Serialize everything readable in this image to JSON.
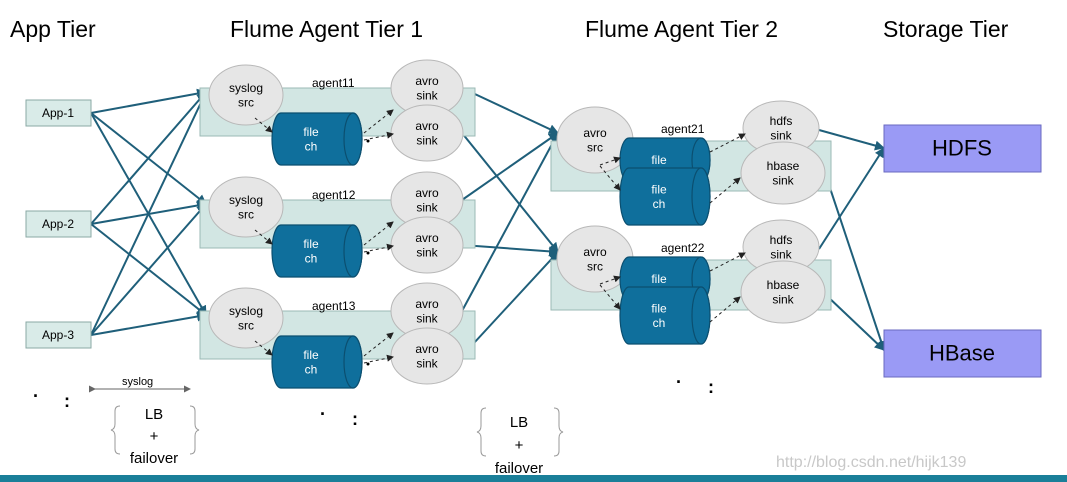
{
  "tier_headers": {
    "app": "App Tier",
    "agent1": "Flume Agent Tier 1",
    "agent2": "Flume Agent Tier 2",
    "storage": "Storage Tier"
  },
  "apps": [
    "App-1",
    "App-2",
    "App-3"
  ],
  "tier1_agents": [
    {
      "name": "agent11",
      "source": [
        "syslog",
        "src"
      ],
      "channel": [
        "file",
        "ch"
      ],
      "sinks": [
        [
          "avro",
          "sink"
        ],
        [
          "avro",
          "sink"
        ]
      ]
    },
    {
      "name": "agent12",
      "source": [
        "syslog",
        "src"
      ],
      "channel": [
        "file",
        "ch"
      ],
      "sinks": [
        [
          "avro",
          "sink"
        ],
        [
          "avro",
          "sink"
        ]
      ]
    },
    {
      "name": "agent13",
      "source": [
        "syslog",
        "src"
      ],
      "channel": [
        "file",
        "ch"
      ],
      "sinks": [
        [
          "avro",
          "sink"
        ],
        [
          "avro",
          "sink"
        ]
      ]
    }
  ],
  "tier2_agents": [
    {
      "name": "agent21",
      "source": [
        "avro",
        "src"
      ],
      "channels": [
        [
          "file"
        ],
        [
          "file",
          "ch"
        ]
      ],
      "sinks": [
        [
          "hdfs",
          "sink"
        ],
        [
          "hbase",
          "sink"
        ]
      ]
    },
    {
      "name": "agent22",
      "source": [
        "avro",
        "src"
      ],
      "channels": [
        [
          "file"
        ],
        [
          "file",
          "ch"
        ]
      ],
      "sinks": [
        [
          "hdfs",
          "sink"
        ],
        [
          "hbase",
          "sink"
        ]
      ]
    }
  ],
  "storage": [
    "HDFS",
    "HBase"
  ],
  "syslog_label": "syslog",
  "lb_groups": [
    [
      "LB",
      "+",
      "failover"
    ],
    [
      "LB",
      "+",
      "failover"
    ]
  ],
  "watermark": "http://blog.csdn.net/hijk139",
  "colors": {
    "arrow": "#1f5f7a",
    "agent_box": "#d2e6e3",
    "node_fill": "#e6e6e6",
    "channel_fill": "#0f6f9c",
    "storage_fill": "#9a9af5",
    "app_fill": "#d9ebe8"
  }
}
